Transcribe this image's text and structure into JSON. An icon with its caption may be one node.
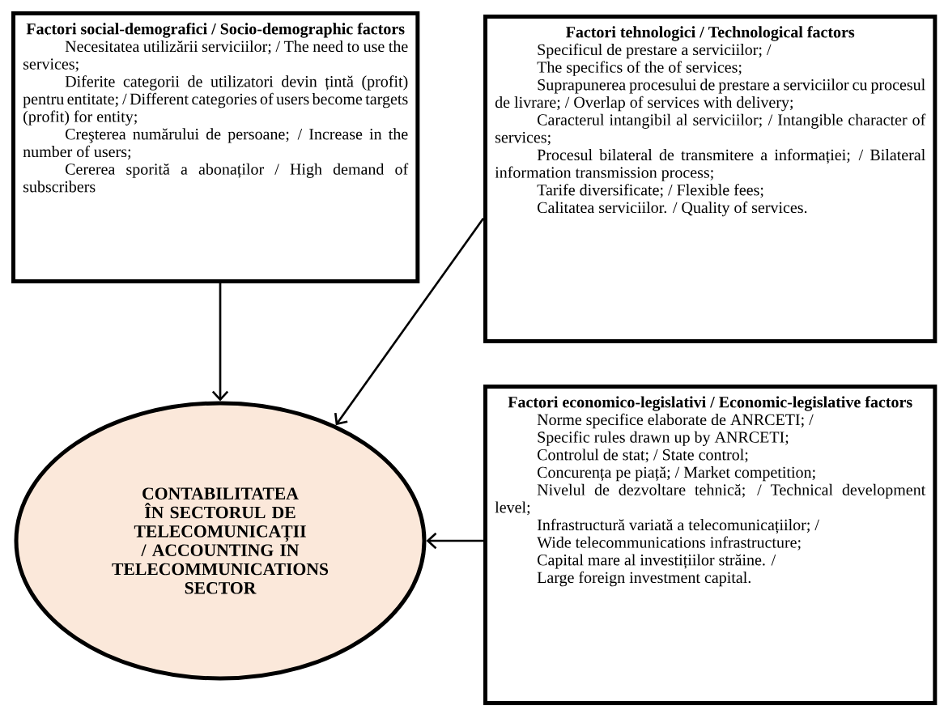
{
  "diagram": {
    "nodes": [
      {
        "text": [
          "Factori social-demografici / Socio-demographic factors",
          "Necesitatea utilizării serviciilor; / The need to use the services;",
          "Diferite categorii de utilizatori devin țintă (profit) pentru entitate; / Different categories of users become targets (profit) for entity;",
          "Creşterea numărului de persoane; / Increase in the number of users;",
          "Cererea sporită a abonaților / High demand of subscribers"
        ]
      },
      {
        "text": [
          "Factori tehnologici / Technological factors",
          "Specificul de prestare a serviciilor; /",
          "The specifics of the of services;",
          "Suprapunerea procesului de prestare a serviciilor cu procesul de livrare; / Overlap of services with delivery;",
          "Caracterul intangibil al serviciilor; / Intangible character of services;",
          "Procesul bilateral de transmitere a informației; / Bilateral information transmission process;",
          "Tarife diversificate; / Flexible fees;",
          "Calitatea serviciilor. / Quality of services."
        ]
      },
      {
        "text": [
          "Factori economico-legislativi / Economic-legislative factors",
          "Norme specifice elaborate de ANRCETI; /",
          "Specific rules drawn up by ANRCETI;",
          "Controlul de stat; / State control;",
          "Concurența pe piață; / Market competition;",
          "Nivelul de dezvoltare tehnică; / Technical development level;",
          "Infrastructură variată a telecomunicațiilor; /",
          "Wide telecommunications infrastructure;",
          "Capital mare al investițiilor străine. /",
          "Large foreign investment capital."
        ]
      },
      {
        "text": [
          "CONTABILITATEA ÎN SECTORUL DE TELECOMUNICAȚII / ACCOUNTING IN TELECOMMUNICATIONS SECTOR"
        ]
      }
    ],
    "edges": [
      {
        "from": 0,
        "to": 3,
        "arrow": "to"
      },
      {
        "from": 1,
        "to": 3,
        "arrow": "to"
      },
      {
        "from": 2,
        "to": 3,
        "arrow": "to"
      }
    ]
  }
}
